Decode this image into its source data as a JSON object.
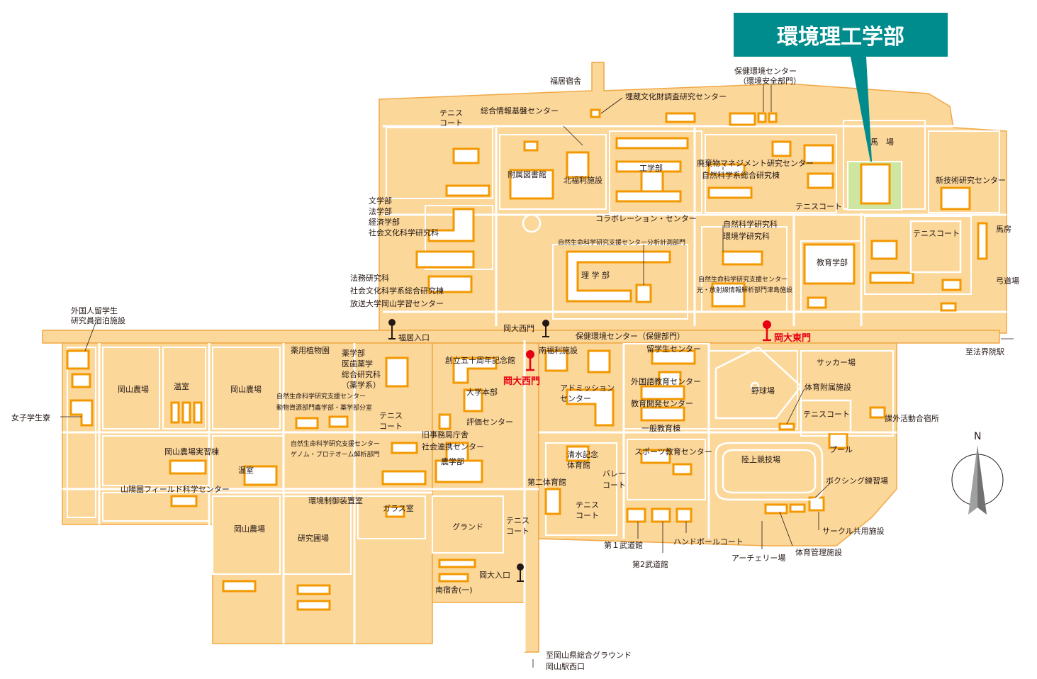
{
  "banner": {
    "title": "環境理工学部",
    "color": "#008c8c"
  },
  "colors": {
    "campus": "#fcd79a",
    "campus_edge": "#f0a845",
    "building_stroke": "#f39800",
    "highlight": "#cfe6a0",
    "gate_red": "#e60012"
  },
  "gates": {
    "east": "岡大東門",
    "west_red": "岡大西門",
    "west_small": "岡大西門",
    "fukui": "福居入口",
    "south": "岡大入口"
  },
  "labels": {
    "fukui_dorm": "福居宿舎",
    "maizo": "埋蔵文化財調査研究センター",
    "hoken_env_1": "保健環境センター",
    "hoken_env_2": "（環境安全部門）",
    "tennis_nw_1": "テニス",
    "tennis_nw_2": "コート",
    "sogo_joho": "総合情報基盤センター",
    "baba": "馬　場",
    "fuzoku_lib": "附属図書館",
    "kita_fukuri": "北福利施設",
    "kogakubu": "工学部",
    "haiki_1": "廃棄物マネジメント研究センター",
    "haiki_2": "自然科学系総合研究棟",
    "shingijutsu": "新技術研究センター",
    "tennis_ne": "テニスコート",
    "bunka_1": "文学部",
    "bunka_2": "法学部",
    "bunka_3": "経済学部",
    "bunka_4": "社会文化科学研究科",
    "collab": "コラボレーション・センター",
    "shizen_kenkyu_1": "自然科学研究科",
    "shizen_kenkyu_2": "環境学研究科",
    "tennis_e": "テニスコート",
    "umaya": "馬房",
    "bunseki": "自然生命科学研究支援センター分析計測部門",
    "rigaku": "理 学 部",
    "kyoiku": "教育学部",
    "kyudo": "弓道場",
    "hikari_1": "自然生命科学研究支援センター",
    "hikari_2": "光・放射線情報解析部門津島施設",
    "homu_1": "法務研究科",
    "homu_2": "社会文化科学系総合研究棟",
    "homu_3": "放送大学岡山学習センター",
    "gaikokujin_1": "外国人留学生",
    "gaikokujin_2": "研究員宿泊施設",
    "shiho": "至法界院駅",
    "hoken_center": "保健環境センター（保健部門）",
    "yakuyo": "薬用植物園",
    "yaku_1": "薬学部",
    "yaku_2": "医歯薬学",
    "yaku_3": "総合研究科",
    "yaku_4": "（薬学系）",
    "soritsu": "創立五十周年記念館",
    "minami_fukuri": "南福利施設",
    "ryugakusei": "留学生センター",
    "soccer": "サッカー場",
    "okayama_farm_1": "岡山農場",
    "onshitsu_1": "温室",
    "okayama_farm_2": "岡山農場",
    "doubutsu_1": "自然生命科学研究支援センター",
    "doubutsu_2": "動物資源部門農学部・薬学部分室",
    "daigaku_honbu": "大学本部",
    "admission_1": "アドミッション",
    "admission_2": "センター",
    "gaikokugo": "外国語教育センター",
    "yakyu": "野球場",
    "taiiku_fuzoku": "体育附属施設",
    "joshi": "女子学生寮",
    "tennis_c_1": "テニス",
    "tennis_c_2": "コート",
    "hyoka": "評価センター",
    "kyoiku_kaihatsu": "教育開発センター",
    "tennis_se": "テニスコート",
    "kagai": "課外活動合宿所",
    "genome_1": "自然生命科学研究支援センター",
    "genome_2": "ゲノム・プロテオーム解析部門",
    "kyu_jimu_1": "旧事務局庁舎",
    "kyu_jimu_2": "社会連携センター",
    "ippan": "一般教育棟",
    "farm_jisshu": "岡山農場実習棟",
    "sports": "スポーツ教育センター",
    "pool": "プール",
    "north": "N",
    "nogakubu": "農学部",
    "shimizu_1": "清水記念",
    "shimizu_2": "体育館",
    "rikujo": "陸上競技場",
    "onshitsu_2": "温室",
    "volley_1": "バレー",
    "volley_2": "コート",
    "boxing": "ボクシング練習場",
    "sanyo": "山陽圏フィールド科学センター",
    "daini_taiiku": "第二体育館",
    "kankyo_seigyo": "環境制御装置室",
    "glass": "ガラス室",
    "tennis_s2_1": "テニス",
    "tennis_s2_2": "コート",
    "tennis_s3_1": "テニス",
    "tennis_s3_2": "コート",
    "ground": "グランド",
    "okayama_farm_3": "岡山農場",
    "kenkyu_hojo": "研究圃場",
    "circle": "サークル共用施設",
    "budo_1": "第１武道館",
    "handball": "ハンドボールコート",
    "archery": "アーチェリー場",
    "taiiku_kanri": "体育管理施設",
    "budo_2": "第2武道館",
    "minami_dorm": "南宿舎(一)",
    "south_dest_1": "至岡山県総合グラウンド",
    "south_dest_2": "岡山駅西口"
  }
}
